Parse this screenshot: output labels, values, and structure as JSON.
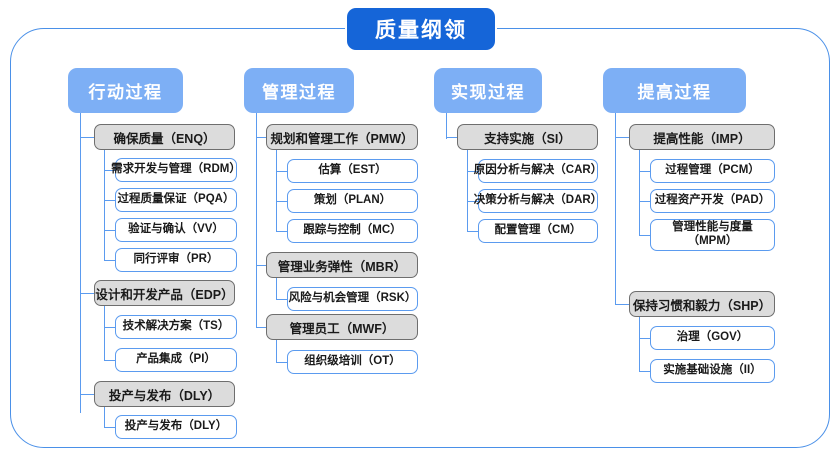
{
  "title": "质量纲领",
  "colors": {
    "title_bg": "#1565D8",
    "column_header_bg": "#7DAFF5",
    "group_bg": "#DCDCDC",
    "group_border": "#6E6E6E",
    "leaf_border": "#5B9BEF",
    "frame_border": "#4A90E8",
    "connector": "#5B9BEF"
  },
  "columns": [
    {
      "header": "行动过程",
      "groups": [
        {
          "label": "确保质量（ENQ）",
          "items": [
            "需求开发与管理（RDM）",
            "过程质量保证（PQA）",
            "验证与确认（VV）",
            "同行评审（PR）"
          ]
        },
        {
          "label": "设计和开发产品（EDP）",
          "items": [
            "技术解决方案（TS）",
            "产品集成（PI）"
          ]
        },
        {
          "label": "投产与发布（DLY）",
          "items": [
            "投产与发布（DLY）"
          ]
        }
      ]
    },
    {
      "header": "管理过程",
      "groups": [
        {
          "label": "规划和管理工作（PMW）",
          "items": [
            "估算（EST）",
            "策划（PLAN）",
            "跟踪与控制（MC）"
          ]
        },
        {
          "label": "管理业务弹性（MBR）",
          "items": [
            "风险与机会管理（RSK）"
          ]
        },
        {
          "label": "管理员工（MWF）",
          "items": [
            "组织级培训（OT）"
          ]
        }
      ]
    },
    {
      "header": "实现过程",
      "groups": [
        {
          "label": "支持实施（SI）",
          "items": [
            "原因分析与解决（CAR）",
            "决策分析与解决（DAR）",
            "配置管理（CM）"
          ]
        }
      ]
    },
    {
      "header": "提高过程",
      "groups": [
        {
          "label": "提高性能（IMP）",
          "items": [
            "过程管理（PCM）",
            "过程资产开发（PAD）",
            "管理性能与度量（MPM）"
          ]
        },
        {
          "label": "保持习惯和毅力（SHP）",
          "items": [
            "治理（GOV）",
            "实施基础设施（II）"
          ]
        }
      ]
    }
  ]
}
